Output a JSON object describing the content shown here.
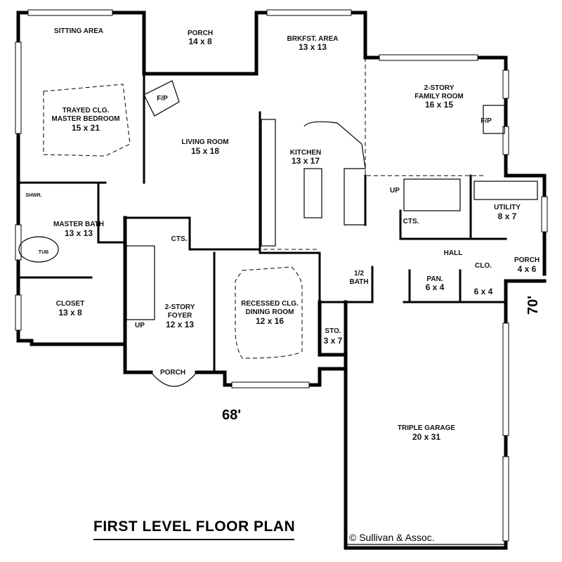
{
  "title": "FIRST LEVEL FLOOR PLAN",
  "copyright": "© Sullivan & Assoc.",
  "dimensions": {
    "width": "68'",
    "depth": "70'"
  },
  "rooms": {
    "sitting_area": {
      "name": "SITTING AREA"
    },
    "porch_top": {
      "name": "PORCH",
      "size": "14 x 8"
    },
    "breakfast": {
      "name": "BRKFST. AREA",
      "size": "13 x 13"
    },
    "family_room": {
      "line1": "2-STORY",
      "line2": "FAMILY ROOM",
      "size": "16 x 15"
    },
    "fp_family": {
      "name": "F/P"
    },
    "master_bed": {
      "line1": "TRAYED CLG.",
      "line2": "MASTER BEDROOM",
      "size": "15 x 21"
    },
    "fp_living": {
      "name": "F/P"
    },
    "living_room": {
      "name": "LIVING ROOM",
      "size": "15 x 18"
    },
    "kitchen": {
      "name": "KITCHEN",
      "size": "13 x 17"
    },
    "shower": {
      "name": "SHWR."
    },
    "master_bath": {
      "name": "MASTER BATH",
      "size": "13 x 13"
    },
    "tub": {
      "name": "TUB"
    },
    "closet": {
      "name": "CLOSET",
      "size": "13 x 8"
    },
    "cts_foyer": {
      "name": "CTS."
    },
    "foyer": {
      "line1": "2-STORY",
      "line2": "FOYER",
      "size": "12 x 13"
    },
    "up_foyer": {
      "name": "UP"
    },
    "porch_front": {
      "name": "PORCH"
    },
    "dining": {
      "line1": "RECESSED CLG.",
      "line2": "DINING ROOM",
      "size": "12 x 16"
    },
    "half_bath": {
      "name": "1/2",
      "line2": "BATH"
    },
    "storage": {
      "name": "STO.",
      "size": "3 x 7"
    },
    "up_rear": {
      "name": "UP"
    },
    "cts_rear": {
      "name": "CTS."
    },
    "utility": {
      "name": "UTILITY",
      "size": "8 x 7"
    },
    "hall": {
      "name": "HALL"
    },
    "pantry": {
      "name": "PAN.",
      "size": "6 x 4"
    },
    "clo": {
      "name": "CLO.",
      "size": "6 x 4"
    },
    "porch_side": {
      "name": "PORCH",
      "size": "4 x 6"
    },
    "garage": {
      "name": "TRIPLE GARAGE",
      "size": "20 x 31"
    }
  }
}
